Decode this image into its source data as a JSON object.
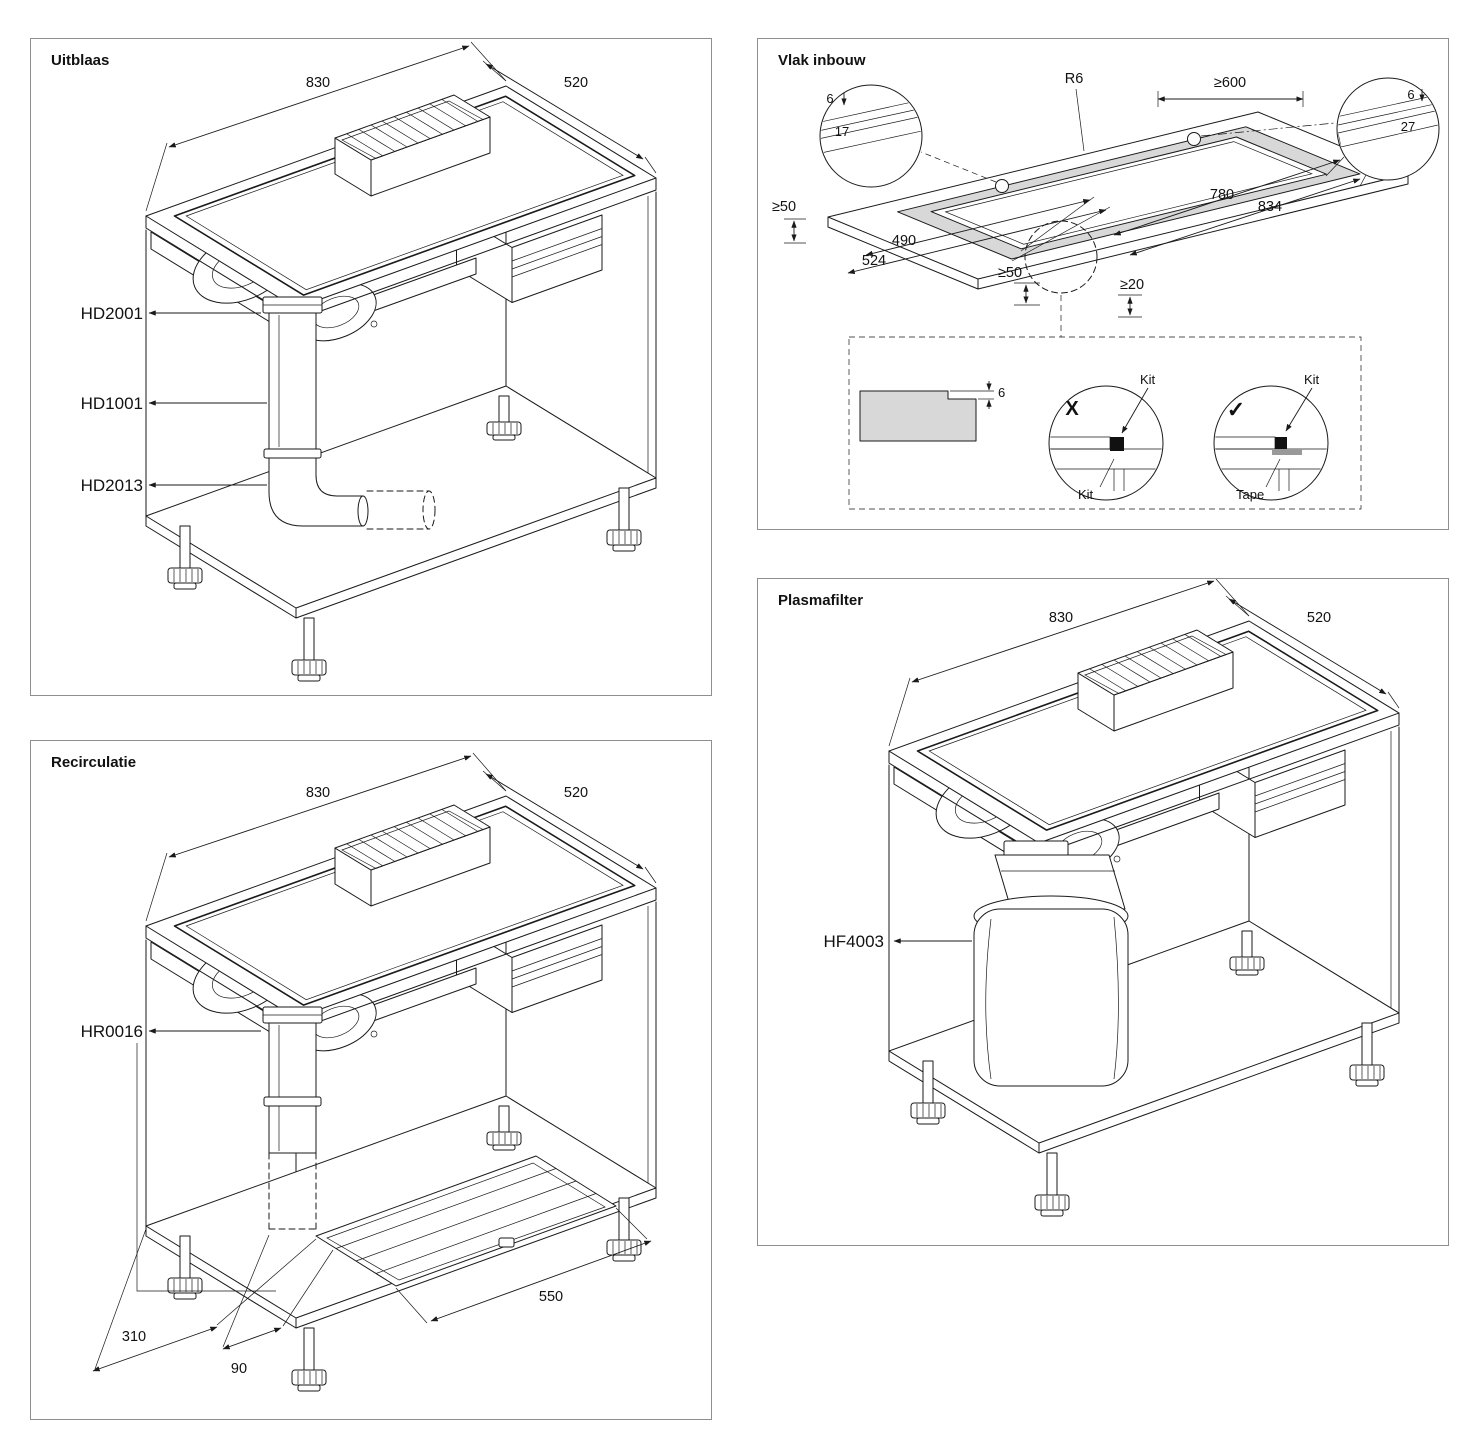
{
  "panels": {
    "uitblaas": {
      "title": "Uitblaas",
      "dim_width": "830",
      "dim_depth": "520",
      "parts": {
        "hd2001": "HD2001",
        "hd1001": "HD1001",
        "hd2013": "HD2013"
      }
    },
    "vlak_inbouw": {
      "title": "Vlak inbouw",
      "radius": "R6",
      "min_width": "≥600",
      "left_detail": {
        "step": "6",
        "depth": "17"
      },
      "right_detail": {
        "step": "6",
        "depth": "27"
      },
      "min_edge_left": "≥50",
      "cutout_length": "780",
      "recess_length": "834",
      "cutout_width": "490",
      "recess_width": "524",
      "min_edge_bottom": "≥50",
      "min_thickness": "≥20",
      "profile_step": "6",
      "wrong": {
        "mark": "X",
        "kit_top": "Kit",
        "kit_bottom": "Kit"
      },
      "correct": {
        "mark": "✓",
        "kit_top": "Kit",
        "tape": "Tape"
      }
    },
    "recirculatie": {
      "title": "Recirculatie",
      "dim_width": "830",
      "dim_depth": "520",
      "parts": {
        "hr0016": "HR0016"
      },
      "dim_310": "310",
      "dim_90": "90",
      "dim_550": "550"
    },
    "plasmafilter": {
      "title": "Plasmafilter",
      "dim_width": "830",
      "dim_depth": "520",
      "parts": {
        "hf4003": "HF4003"
      }
    }
  }
}
